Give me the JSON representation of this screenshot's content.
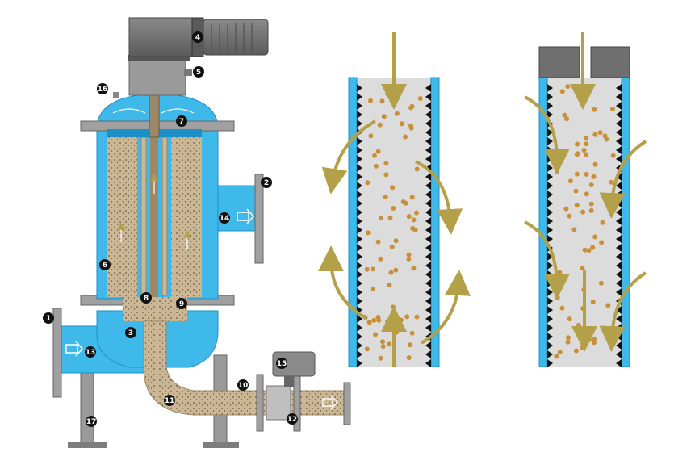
{
  "colors": {
    "water": "#3fb8ea",
    "water_dark": "#1e90c8",
    "sludge": "#cbb795",
    "sludge_dark": "#9c8866",
    "metal": "#8c8c8c",
    "metal_dark": "#4f4f4f",
    "motor": "#6f6f6f",
    "column_fill": "#dcdcdc",
    "particle": "#c8903a",
    "arrow": "#b5a04a",
    "badge": "#111111"
  },
  "callouts": [
    {
      "id": "1",
      "label": "1"
    },
    {
      "id": "2",
      "label": "2"
    },
    {
      "id": "3",
      "label": "3"
    },
    {
      "id": "4",
      "label": "4"
    },
    {
      "id": "5",
      "label": "5"
    },
    {
      "id": "6",
      "label": "6"
    },
    {
      "id": "7",
      "label": "7"
    },
    {
      "id": "8",
      "label": "8"
    },
    {
      "id": "9",
      "label": "9"
    },
    {
      "id": "10",
      "label": "10"
    },
    {
      "id": "11",
      "label": "11"
    },
    {
      "id": "12",
      "label": "12"
    },
    {
      "id": "13",
      "label": "13"
    },
    {
      "id": "14",
      "label": "14"
    },
    {
      "id": "15",
      "label": "15"
    },
    {
      "id": "16",
      "label": "16"
    },
    {
      "id": "17",
      "label": "17"
    }
  ],
  "panels": [
    {
      "id": "filter-unit",
      "icon": "self-cleaning-filter-icon"
    },
    {
      "id": "screen-backwash",
      "icon": "screen-backwash-flow-icon"
    },
    {
      "id": "screen-filtration",
      "icon": "screen-filtration-flow-icon"
    }
  ]
}
